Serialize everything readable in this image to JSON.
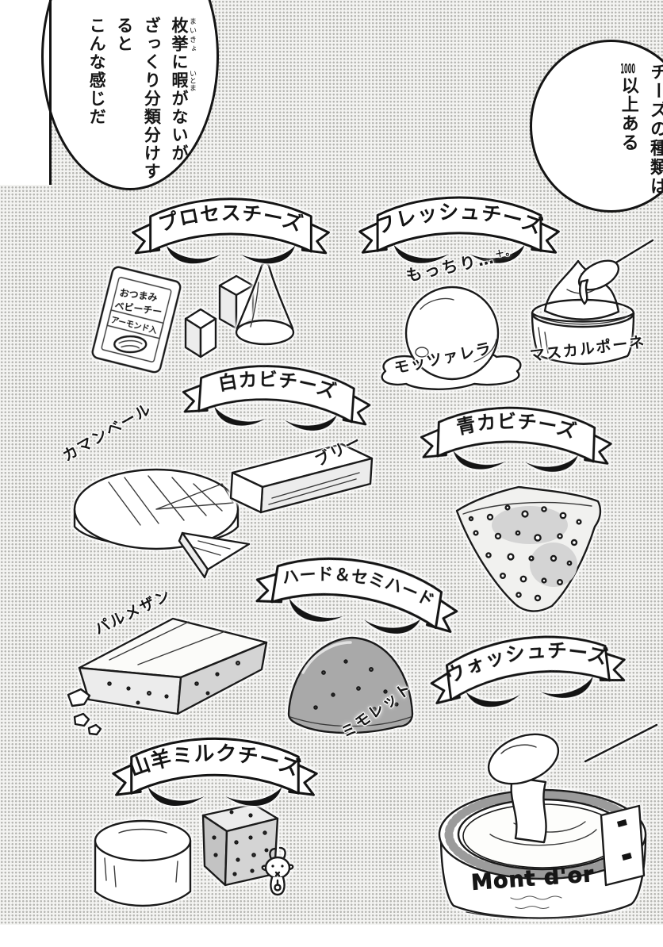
{
  "speech": {
    "left": {
      "lines": [
        [
          {
            "t": "枚挙",
            "r": "まいきょ"
          },
          {
            "t": "に"
          },
          {
            "t": "暇",
            "r": "いとま"
          },
          {
            "t": "がないが"
          }
        ],
        [
          {
            "t": "ざっくり分類分けすると"
          }
        ],
        [
          {
            "t": "こんな感じだ"
          }
        ]
      ]
    },
    "right": {
      "lines": [
        [
          {
            "t": "チーズの種類は"
          }
        ],
        [
          {
            "t": "1000",
            "tcy": true
          },
          {
            "t": "以上ある"
          }
        ]
      ]
    }
  },
  "categories": [
    {
      "banner": "プロセスチーズ",
      "package": {
        "line1": "おつまみ",
        "line2": "ベビーチー",
        "line3": "アーモンド入"
      }
    },
    {
      "banner": "フレッシュチーズ",
      "sfx": "もっちり…",
      "sfx_marks": "＋。",
      "labels": {
        "mozzarella": "モッツァレラ",
        "mascarpone": "マスカルポーネ"
      }
    },
    {
      "banner": "白カビチーズ",
      "labels": {
        "camembert": "カマンベール",
        "brie": "ブリー"
      }
    },
    {
      "banner": "青カビチーズ"
    },
    {
      "banner": "ハード＆セミハード",
      "labels": {
        "parmesan": "パルメザン",
        "mimolette": "ミモレット"
      }
    },
    {
      "banner": "ウォッシュチーズ",
      "product": "Mont d'or"
    },
    {
      "banner": "山羊ミルクチーズ"
    }
  ]
}
